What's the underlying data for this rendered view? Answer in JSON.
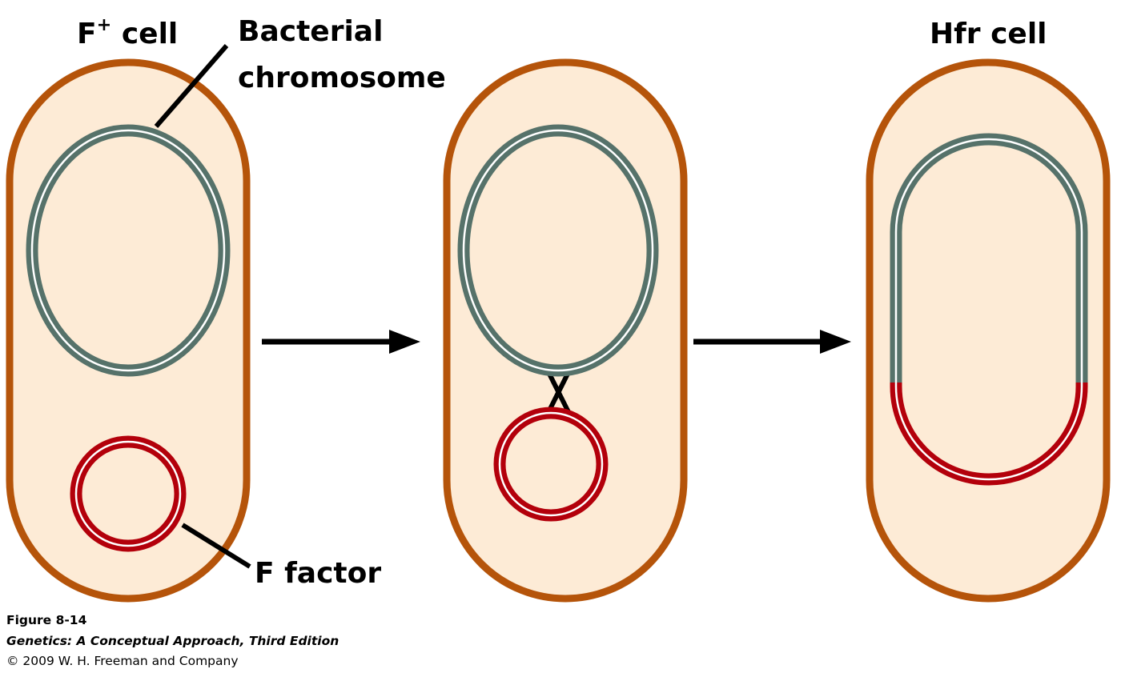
{
  "labels": {
    "f_plus_letter": "F",
    "f_plus_superscript": "+",
    "f_plus_cell": " cell",
    "bacterial_chromosome": "Bacterial chromosome",
    "f_factor": "F factor",
    "hfr_cell": "Hfr cell"
  },
  "caption": {
    "figure": "Figure 8-14",
    "book": "Genetics: A Conceptual Approach, Third Edition",
    "copyright": "© 2009 W. H. Freeman and Company"
  },
  "colors": {
    "cell_wall": "#b5540a",
    "cytoplasm": "#fdebd6",
    "chromosome": "#56726a",
    "f_factor": "#b3000b",
    "strand_gap": "#ffffff",
    "line": "#000000"
  }
}
